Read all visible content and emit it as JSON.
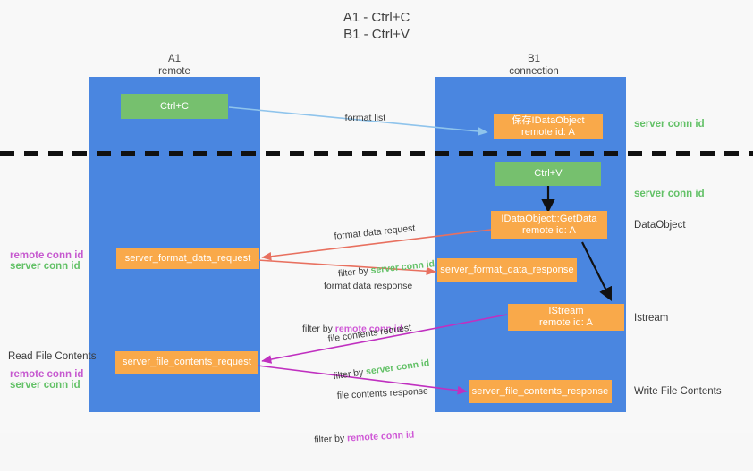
{
  "title": {
    "line1": "A1 - Ctrl+C",
    "line2": "B1 - Ctrl+V"
  },
  "colors": {
    "lane": "#4a86e0",
    "node_orange": "#f9a94a",
    "node_green": "#76c06e",
    "server_conn_id": "#63c167",
    "remote_conn_id": "#cf57d6",
    "arrow_blue": "#8fc4ec",
    "arrow_red": "#e8705f",
    "arrow_magenta": "#c030c0",
    "arrow_black": "#000000",
    "background": "#f8f8f8"
  },
  "columns": [
    {
      "name": "A1",
      "sub": "remote"
    },
    {
      "name": "B1",
      "sub": "connection"
    }
  ],
  "nodes": [
    {
      "id": "ctrl-c",
      "label": "Ctrl+C",
      "sub": "",
      "kind": "green"
    },
    {
      "id": "save-idata",
      "label": "保存IDataObject",
      "sub": "remote id: A",
      "kind": "orange"
    },
    {
      "id": "ctrl-v",
      "label": "Ctrl+V",
      "sub": "",
      "kind": "green"
    },
    {
      "id": "getdata",
      "label": "IDataObject::GetData",
      "sub": "remote id: A",
      "kind": "orange"
    },
    {
      "id": "sfdreq",
      "label": "server_format_data_request",
      "sub": "",
      "kind": "orange"
    },
    {
      "id": "sfdresp",
      "label": "server_format_data_response",
      "sub": "",
      "kind": "orange"
    },
    {
      "id": "istream",
      "label": "IStream",
      "sub": "remote id: A",
      "kind": "orange"
    },
    {
      "id": "sfcreq",
      "label": "server_file_contents_request",
      "sub": "",
      "kind": "orange"
    },
    {
      "id": "sfcresp",
      "label": "server_file_contents_response",
      "sub": "",
      "kind": "orange"
    }
  ],
  "right_labels": [
    {
      "id": "r1",
      "text": "server conn id",
      "style": "green"
    },
    {
      "id": "r2",
      "text": "server conn id",
      "style": "green"
    },
    {
      "id": "r3",
      "text": "DataObject",
      "style": "plain"
    },
    {
      "id": "r4",
      "text": "Istream",
      "style": "plain"
    },
    {
      "id": "r5",
      "text": "Write File Contents",
      "style": "plain"
    }
  ],
  "left_labels": [
    {
      "id": "l1",
      "text": "remote conn id",
      "style": "purple"
    },
    {
      "id": "l2",
      "text": "server conn id",
      "style": "green"
    },
    {
      "id": "l3",
      "text": "Read File Contents",
      "style": "plain"
    },
    {
      "id": "l4",
      "text": "remote conn id",
      "style": "purple"
    },
    {
      "id": "l5",
      "text": "server conn id",
      "style": "green"
    }
  ],
  "edge_labels": [
    {
      "id": "e1",
      "line1": "format list",
      "prefix": "",
      "filter": "",
      "filter_style": ""
    },
    {
      "id": "e2",
      "line1": "format data request",
      "prefix": "filter by ",
      "filter": "server conn id",
      "filter_style": "g"
    },
    {
      "id": "e3",
      "line1": "format data response",
      "prefix": "filter by ",
      "filter": "remote conn id",
      "filter_style": "p"
    },
    {
      "id": "e4",
      "line1": "file contents request",
      "prefix": "filter by ",
      "filter": "server conn id",
      "filter_style": "g"
    },
    {
      "id": "e5",
      "line1": "file contents response",
      "prefix": "filter by ",
      "filter": "remote conn id",
      "filter_style": "p"
    }
  ]
}
